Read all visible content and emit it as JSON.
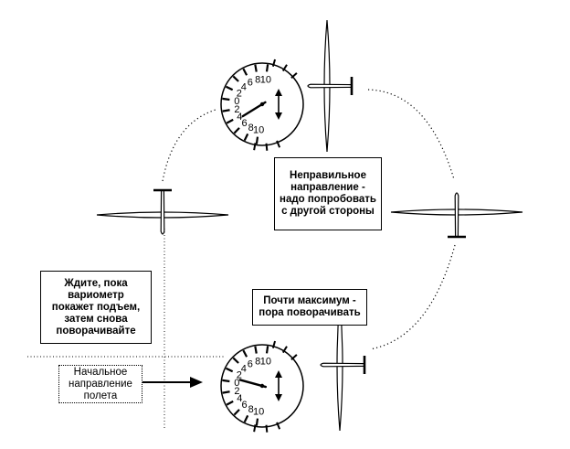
{
  "colors": {
    "ink": "#000000",
    "paper": "#ffffff"
  },
  "labels": {
    "wrong_direction": "Неправильное\nнаправление -\nнадо попробовать\nс другой стороны",
    "wait_climb": "Ждите, пока\nвариометр\nпокажет подъем,\nзатем снова\nповорачивайте",
    "almost_max": "Почти максимум -\nпора поворачивать",
    "initial_heading": "Начальное\nнаправление\nполета"
  },
  "vario_scale": {
    "upper": [
      "2",
      "4",
      "6",
      "8",
      "10"
    ],
    "zero": "0",
    "lower": [
      "2",
      "4",
      "6",
      "8",
      "10"
    ]
  },
  "gauges": [
    {
      "name": "top",
      "needle_value": -2.2
    },
    {
      "name": "bottom",
      "needle_value": 0.4
    }
  ]
}
